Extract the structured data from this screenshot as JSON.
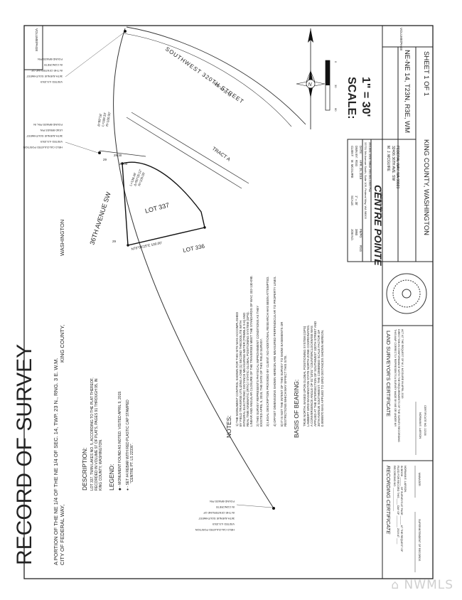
{
  "title_block": {
    "title": "RECORD OF SURVEY",
    "subtitle_1": "A PORTION OF THE NE 1/4 OF THE NE 1/4 OF SEC. 14, TWP. 23 N., RNG. 3 E. W.M.",
    "subtitle_2": "CITY OF FEDERAL WAY,",
    "subtitle_3": "KING COUNTY,",
    "subtitle_4": "WASHINGTON"
  },
  "description": {
    "heading": "DESCRIPTION:",
    "lines": [
      "LOT 337, TWIN LAKES NO. 5, ACCORDING TO THE PLAT THEREOF,",
      "RECORDED IN VOLUME 97 OF PLATS, PAGES 91 THROUGH 95, IN",
      "KING COUNTY, WASHINGTON."
    ]
  },
  "legend": {
    "heading": "LEGEND:",
    "lines": [
      "◆ - MONUMENT FOUND AS NOTED. VISITED APRIL 9, 2019.",
      "● - SET #4 REBAR WITH RED PLASTIC CAP STAMPED",
      "\"CENTRE PT. LS 22336\"."
    ]
  },
  "notes": {
    "heading": "NOTES:",
    "lines": [
      "1)  THE MONUMENT CONTROL SHOWN FOR THIS SITE WAS ACCOMPLISHED",
      "    BY FIELD TRAVERSE UTILIZING A ONE (1) SECOND THEODOLITE WITH",
      "    INTEGRAL ELECTRONIC DISTANCE MEASURING METER (TRIMBLE S-6) AND",
      "    REAL TIME KINEMATIC (RTK) / STATIC GLOBAL POSITIONING SYSTEM (GPS).",
      "    LINEAR AND ANGULAR CLOSURE OF THE TRAVERSES MEET THE STANDARDS OF WAC 332-130-090.",
      "2)  THIS SURVEY REPRESENTS PHYSICAL IMPROVEMENT CONDITIONS AS THEY",
      "    EXISTED APRIL 9, 2019, THE DATE OF THIS FIELD SURVEY.",
      "3)  LEGAL DESCRIPTION PROVIDED BY CLIENT. NO ADDITIONAL RESEARCH HAS BEEN ATTEMPTED.",
      "4)  OFFSET DIMENSIONS SHOWN HEREON ARE MEASURED PERPENDICULAR TO PROPERTY LINES.",
      "5)  IT IS NOT THE INTENT OF THIS SURVEY TO SHOW EASEMENTS OR",
      "    RESTRICTIONS WHICH MAY EFFECT THIS SITE."
    ]
  },
  "basis": {
    "heading": "BASIS OF BEARING:",
    "lines": [
      "TRUE NORTH. BASED UPON GLOBAL POSITIONING SYSTEM (GPS)",
      "LAMBERT GRID WASHINGTON STATE NORTH ZONE COORDINATES.",
      "A CONVERGENCE ANGLE OF 01°10'01\" COUNTERCLOCKWISE WAS",
      "APPLIED AT THE INTERSECTION OF SOUTHWEST 320TH STREET AND",
      "36TH AVENUE SOUTHWEST. THE COMBINED SCALE FACTOR OF",
      "0.9999970 WAS APPLIED TO GRID DISTANCES SHOWN HEREON."
    ]
  },
  "recording": {
    "heading": "RECORDING CERTIFICATE",
    "lines": [
      "RECORDING NO. ________________",
      "FILED FOR RECORD THIS ____ DAY OF ________ 2019 AT ____",
      "IN BOOK ______ OF SURVEYS AT PAGE ______ AT THE REQUEST OF",
      "NORMAN E. LARSON."
    ],
    "sig1": "MANAGER",
    "sig2": "SUPERINTENDENT OF RECORDS"
  },
  "surveyor": {
    "heading": "LAND SURVEYOR'S CERTIFICATE",
    "lines": [
      "THIS MAP CORRECTLY REPRESENTS A SURVEY MADE BY ME OR UNDER MY",
      "DIRECTION IN CONFORMANCE WITH THE REQUIREMENTS OF THE SURVEY RECORDING",
      "ACT AT THE REQUEST OF M.J. MCGUIRE IN APRIL 2019."
    ],
    "sig": "NORMAN E. LARSON",
    "cert": "CERTIFICATE NO. 22336"
  },
  "firm": {
    "logo": "CENTRE POINTE",
    "tagline": "Surveying, Inc., P.S.",
    "address_1": "33701 9th Avenue South, Suite 105, Federal Way, WA 98003",
    "phone": "253-661-1901 Office  253-661-1902 Fax"
  },
  "job_info": {
    "labels": [
      "CLIENT:",
      "DWN BY:",
      "DATE:",
      "SCALE:"
    ],
    "values": [
      "M. MCGUIRE",
      "RSG",
      "APR. 25, 2019",
      "1\" = 30'"
    ],
    "job_label": "JOB NO.",
    "job_value": "3860",
    "page_label": "FB/PG",
    "page_value": "RSG"
  },
  "client_addr": {
    "name": "M. J. MCGUIRE",
    "addr1": "32406 36TH AVE. SW",
    "addr2": "FEDERAL WAY, WA 98023"
  },
  "location": {
    "line1": "NE-NE 14, T23N, R3E, WM",
    "line2": "KING COUNTY, WASHINGTON",
    "sheet": "SHEET 1 OF 1"
  },
  "volume_page": "VOLUME/PAGE",
  "scale": {
    "label": "SCALE:",
    "value": "1\" = 30'",
    "ticks": [
      "0",
      "30",
      "60"
    ]
  },
  "north": "N",
  "map": {
    "street_top": "SOUTHWEST 320TH STREET",
    "street_top_bearing": "N89°43'12\"W",
    "street_left": "36TH AVENUE SW",
    "lot": "LOT 337",
    "lot_adjacent": "LOT 336",
    "tract": "TRACT A",
    "east_line": "N76°08'25\"E  100.00'",
    "curve_a": "Δ=89°16'",
    "curve_b": "L=189.33'",
    "curve_c": "R=100.00'",
    "dim_29a": "29",
    "dim_29b": "29",
    "dim_2930": "29.30",
    "dim_2900": "29.00",
    "arc_1": "L=139.48'",
    "arc_2": "Δ=80°05'12\"",
    "arc_3": "R=100.00'",
    "mon_1": [
      "FOUND BRASS PIN",
      "IN CONCRETE",
      "IN THE CENTERLINE OF",
      "36TH AVENUE SOUTHWEST",
      "VISITED 4-9-2019"
    ],
    "mon_2": [
      "FOUND BRASS PIN, IN",
      "LEAD BRASS PIN",
      "36TH AVENUE SOUTHWEST",
      "VISITED 4-9-2019",
      "HELD CALCULATED POSITION"
    ],
    "mon_3": [
      "FOUND BRASS PIN",
      "IN CONCRETE",
      "IN THE CENTERLINE OF",
      "36TH AVENUE SOUTHWEST",
      "VISITED 4-9-2019",
      "HELD CALCULATED POSITION"
    ]
  },
  "watermark": "⌂ NWMLS"
}
